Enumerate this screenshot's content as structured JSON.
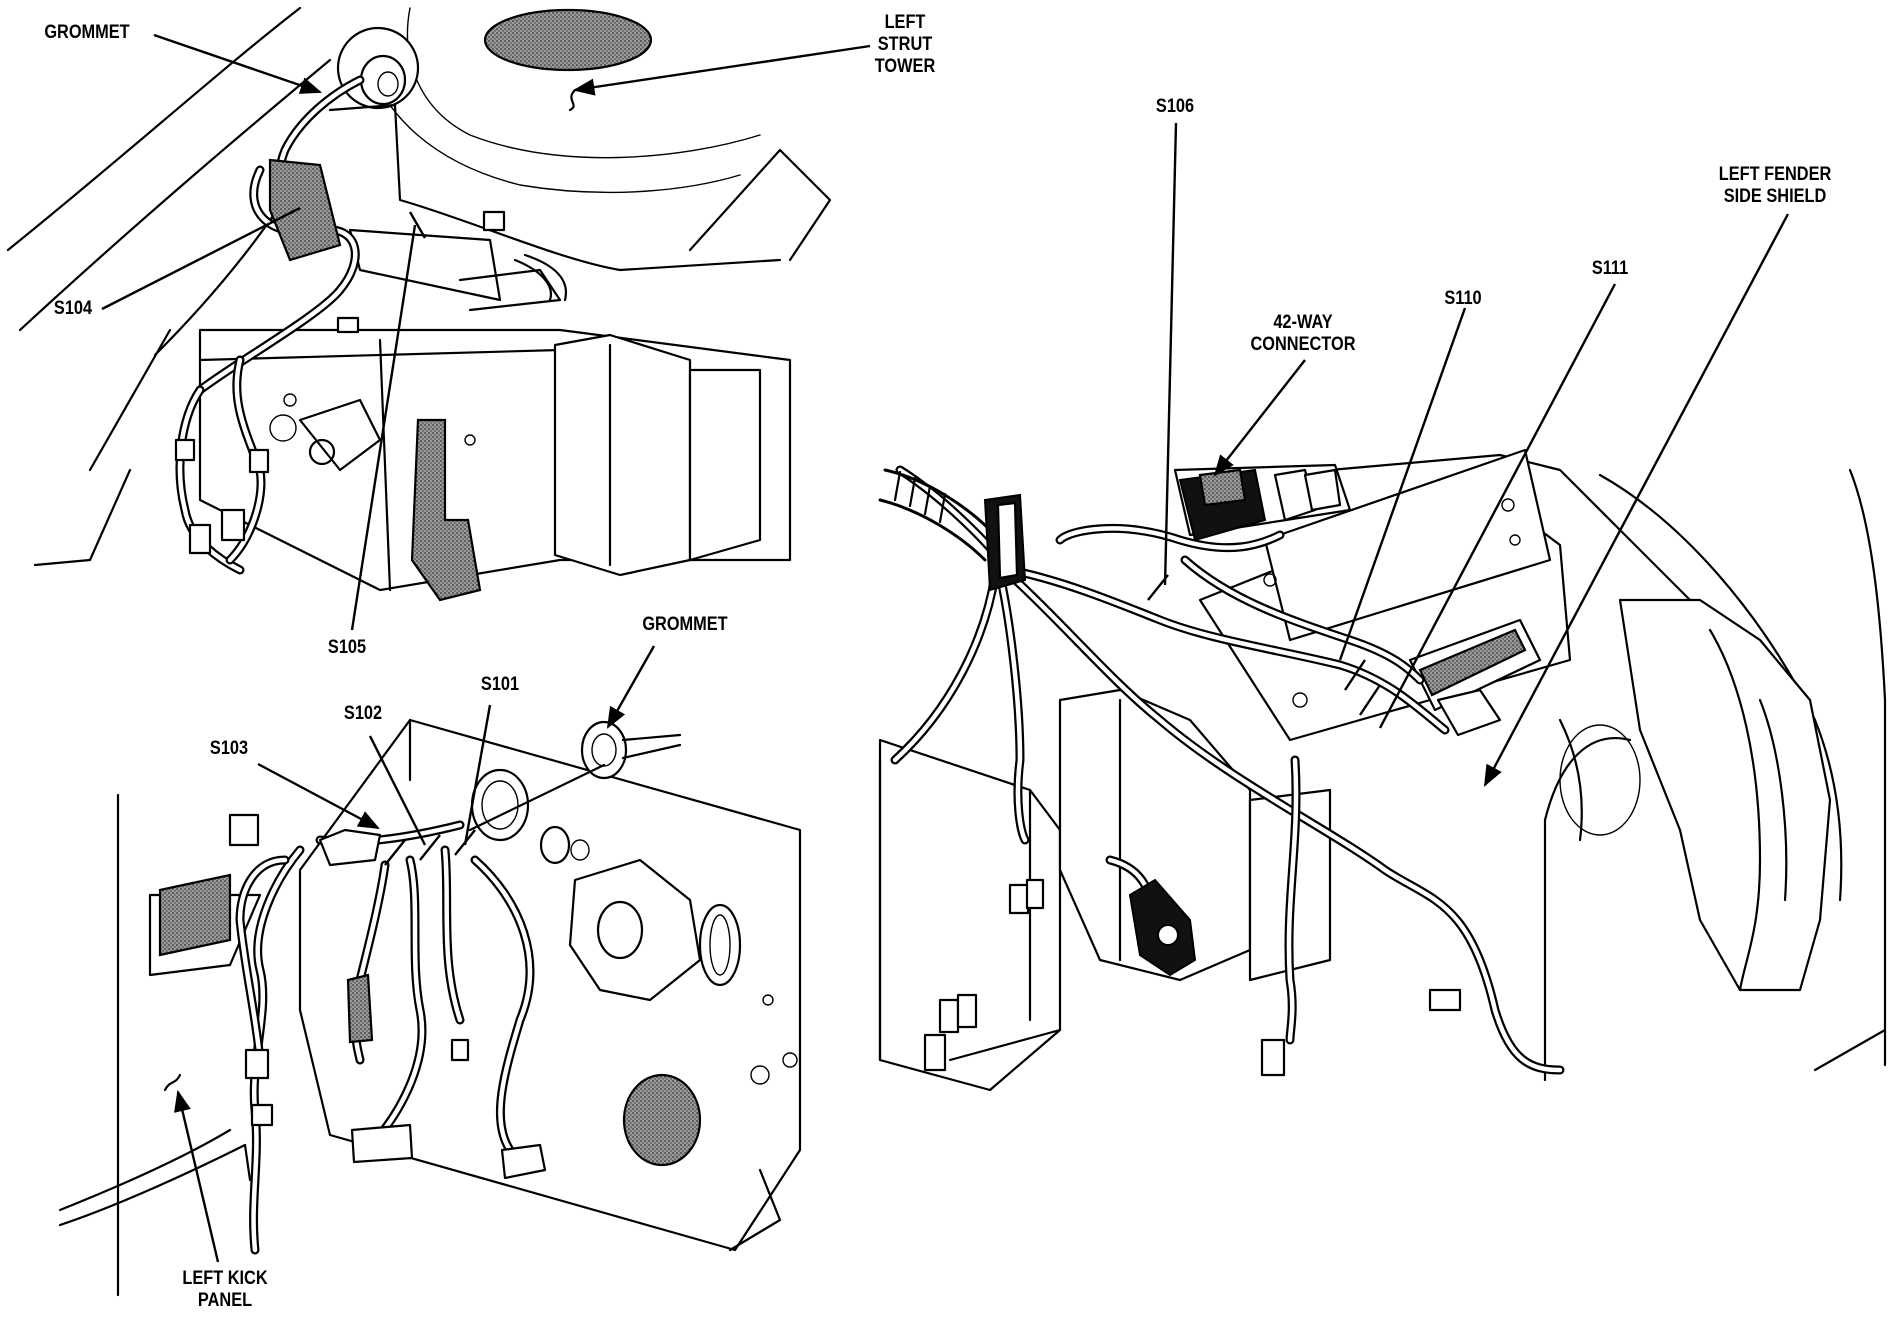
{
  "labels": {
    "grommet_top": "GROMMET",
    "left_strut_tower": [
      "LEFT",
      "STRUT",
      "TOWER"
    ],
    "s104": "S104",
    "s105": "S105",
    "grommet_bottom": "GROMMET",
    "s101": "S101",
    "s102": "S102",
    "s103": "S103",
    "left_kick_panel": [
      "LEFT KICK",
      "PANEL"
    ],
    "s106": "S106",
    "s110": "S110",
    "s111": "S111",
    "connector_42way": [
      "42-WAY",
      "CONNECTOR"
    ],
    "left_fender_side_shield": [
      "LEFT FENDER",
      "SIDE SHIELD"
    ]
  }
}
